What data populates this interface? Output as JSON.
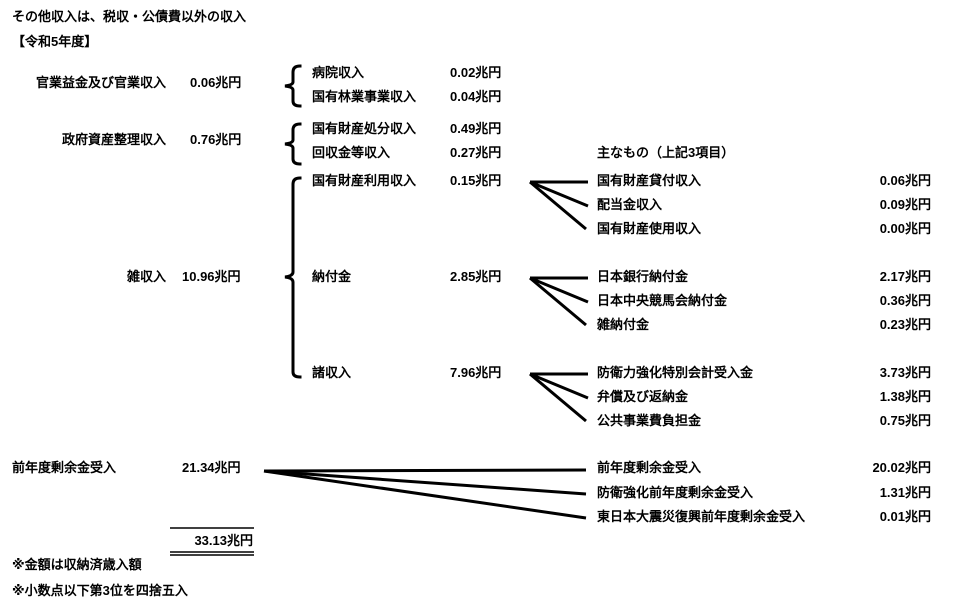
{
  "title": "その他収入は、税収・公債費以外の収入",
  "fiscal_year": "【令和5年度】",
  "groups": [
    {
      "label": "官業益金及び官業収入",
      "value": "0.06兆円",
      "items": [
        {
          "label": "病院収入",
          "value": "0.02兆円"
        },
        {
          "label": "国有林業事業収入",
          "value": "0.04兆円"
        }
      ]
    },
    {
      "label": "政府資産整理収入",
      "value": "0.76兆円",
      "items": [
        {
          "label": "国有財産処分収入",
          "value": "0.49兆円"
        },
        {
          "label": "回収金等収入",
          "value": "0.27兆円"
        }
      ]
    },
    {
      "label": "雑収入",
      "value": "10.96兆円",
      "items": [
        {
          "label": "国有財産利用収入",
          "value": "0.15兆円",
          "details": [
            {
              "label": "国有財産貸付収入",
              "value": "0.06兆円"
            },
            {
              "label": "配当金収入",
              "value": "0.09兆円"
            },
            {
              "label": "国有財産使用収入",
              "value": "0.00兆円"
            }
          ]
        },
        {
          "label": "納付金",
          "value": "2.85兆円",
          "details": [
            {
              "label": "日本銀行納付金",
              "value": "2.17兆円"
            },
            {
              "label": "日本中央競馬会納付金",
              "value": "0.36兆円"
            },
            {
              "label": "雑納付金",
              "value": "0.23兆円"
            }
          ]
        },
        {
          "label": "諸収入",
          "value": "7.96兆円",
          "details": [
            {
              "label": "防衛力強化特別会計受入金",
              "value": "3.73兆円"
            },
            {
              "label": "弁償及び返納金",
              "value": "1.38兆円"
            },
            {
              "label": "公共事業費負担金",
              "value": "0.75兆円"
            }
          ]
        }
      ]
    },
    {
      "label": "前年度剰余金受入",
      "value": "21.34兆円",
      "details": [
        {
          "label": "前年度剰余金受入",
          "value": "20.02兆円"
        },
        {
          "label": "防衛強化前年度剰余金受入",
          "value": "1.31兆円"
        },
        {
          "label": "東日本大震災復興前年度剰余金受入",
          "value": "0.01兆円"
        }
      ]
    }
  ],
  "main_items_header": "主なもの（上記3項目）",
  "total": "33.13兆円",
  "notes": [
    "※金額は収納済歳入額",
    "※小数点以下第3位を四捨五入"
  ]
}
